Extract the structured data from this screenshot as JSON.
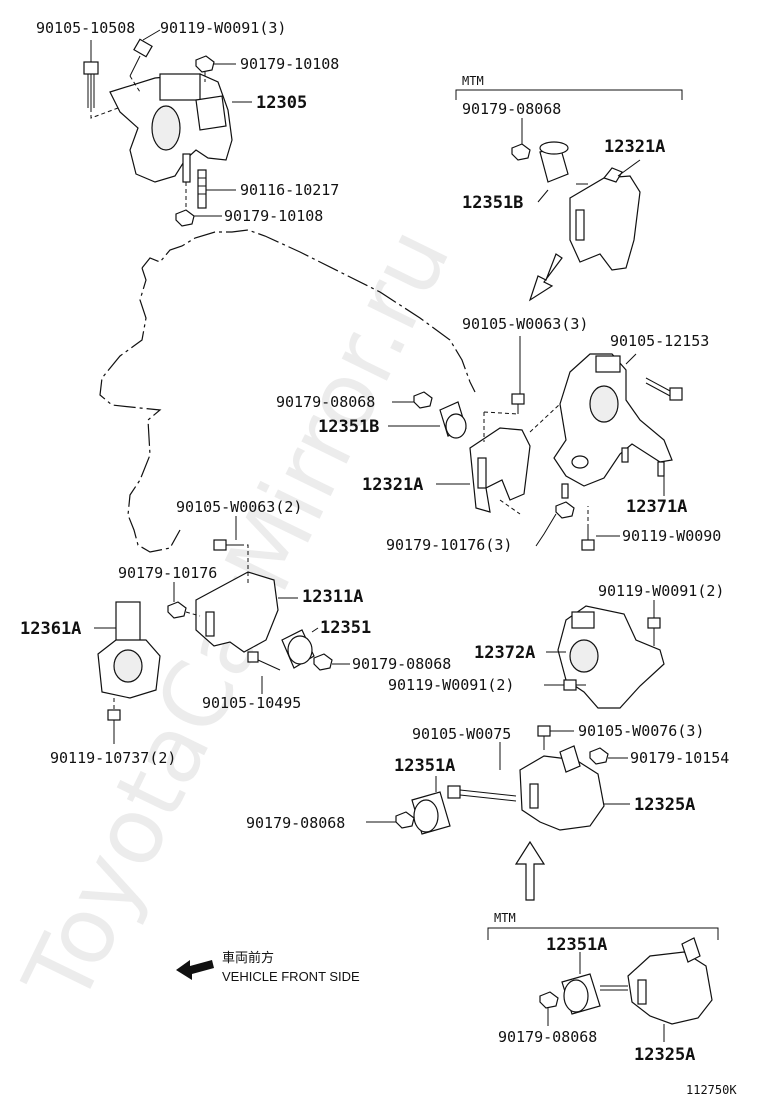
{
  "watermark": "ToyotaCarMirror.ru",
  "labels": {
    "p90105_10508": "90105-10508",
    "p90119_W0091_3": "90119-W0091(3)",
    "p90179_10108_a": "90179-10108",
    "p12305": "12305",
    "p90116_10217": "90116-10217",
    "p90179_10108_b": "90179-10108",
    "mtm_top": "MTM",
    "p90179_08068_top": "90179-08068",
    "p12321A_top": "12321A",
    "p12351B_top": "12351B",
    "p90105_W0063_3": "90105-W0063(3)",
    "p90105_12153": "90105-12153",
    "p90179_08068_mid": "90179-08068",
    "p12351B_mid": "12351B",
    "p12321A_mid": "12321A",
    "p12371A": "12371A",
    "p90179_10176_3": "90179-10176(3)",
    "p90119_W0090": "90119-W0090",
    "p90105_W0063_2": "90105-W0063(2)",
    "p90179_10176": "90179-10176",
    "p12311A": "12311A",
    "p12361A": "12361A",
    "p12351": "12351",
    "p90179_08068_left": "90179-08068",
    "p90105_10495": "90105-10495",
    "p90119_10737_2": "90119-10737(2)",
    "p90119_W0091_2a": "90119-W0091(2)",
    "p12372A": "12372A",
    "p90119_W0091_2b": "90119-W0091(2)",
    "p90105_W0075": "90105-W0075",
    "p90105_W0076_3": "90105-W0076(3)",
    "p12351A_mid": "12351A",
    "p90179_10154": "90179-10154",
    "p12325A_mid": "12325A",
    "p90179_08068_low": "90179-08068",
    "mtm_bottom": "MTM",
    "p12351A_bot": "12351A",
    "p90179_08068_bot": "90179-08068",
    "p12325A_bot": "12325A",
    "front_jp": "車両前方",
    "front_en": "VEHICLE FRONT SIDE",
    "diagram_id": "112750K"
  }
}
